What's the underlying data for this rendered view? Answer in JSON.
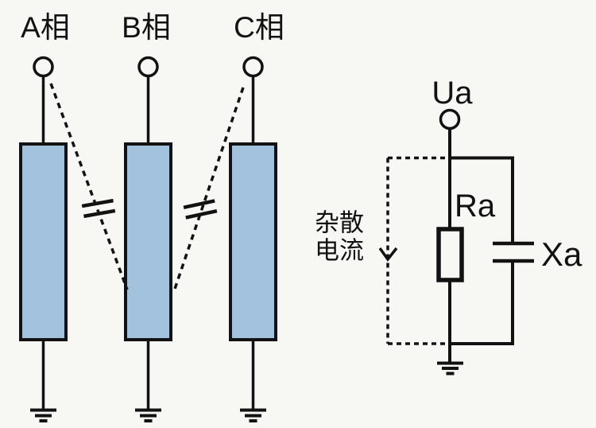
{
  "colors": {
    "background": "#f7f7f4",
    "winding_fill": "#a2c2de",
    "line": "#121212"
  },
  "left_diagram": {
    "phases": [
      {
        "label": "A相"
      },
      {
        "label": "B相"
      },
      {
        "label": "C相"
      }
    ]
  },
  "equivalent_circuit": {
    "terminal_label": "Ua",
    "resistor_label": "Ra",
    "capacitor_label": "Xa",
    "stray_current_line1": "杂散",
    "stray_current_line2": "电流"
  },
  "icons": {
    "terminal": "open-circle",
    "ground": "earth-ground-lines",
    "resistor": "rectangle-box",
    "capacitor": "parallel-plates",
    "coupling_capacitor": "double-slash-plates",
    "stray_current_arrow": "chevron-down"
  }
}
